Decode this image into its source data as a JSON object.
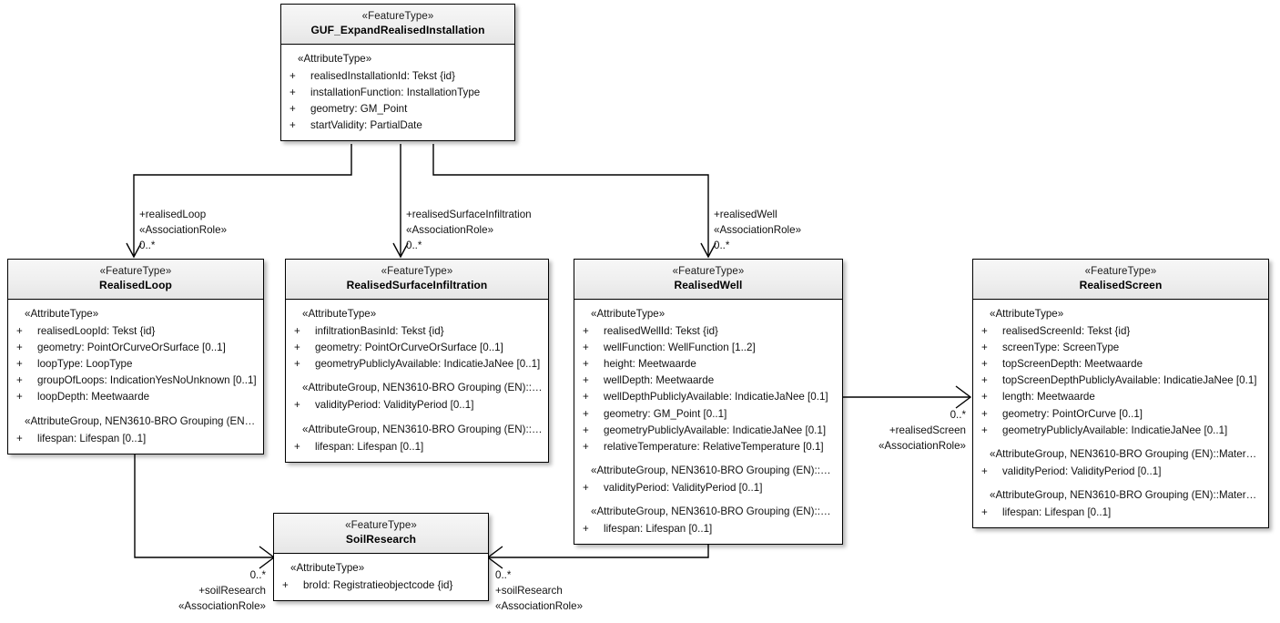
{
  "diagram": {
    "title": "GUF_ExpandRealisedInstallation UML class diagram",
    "stereotype_feature": "«FeatureType»",
    "stereotype_attribute": "«AttributeType»"
  },
  "classes": {
    "guf": {
      "stereotype": "«FeatureType»",
      "name": "GUF_ExpandRealisedInstallation",
      "compartments": [
        {
          "kind": "group",
          "label": "«AttributeType»"
        },
        {
          "kind": "attr",
          "vis": "+",
          "label": "realisedInstallationId: Tekst {id}"
        },
        {
          "kind": "attr",
          "vis": "+",
          "label": "installationFunction: InstallationType"
        },
        {
          "kind": "attr",
          "vis": "+",
          "label": "geometry: GM_Point"
        },
        {
          "kind": "attr",
          "vis": "+",
          "label": "startValidity: PartialDate"
        }
      ]
    },
    "realisedLoop": {
      "stereotype": "«FeatureType»",
      "name": "RealisedLoop",
      "compartments": [
        {
          "kind": "group",
          "label": "«AttributeType»"
        },
        {
          "kind": "attr",
          "vis": "+",
          "label": "realisedLoopId: Tekst {id}"
        },
        {
          "kind": "attr",
          "vis": "+",
          "label": "geometry: PointOrCurveOrSurface [0..1]"
        },
        {
          "kind": "attr",
          "vis": "+",
          "label": "loopType: LoopType"
        },
        {
          "kind": "attr",
          "vis": "+",
          "label": "groupOfLoops: IndicationYesNoUnknown [0..1]"
        },
        {
          "kind": "attr",
          "vis": "+",
          "label": "loopDepth: Meetwaarde"
        },
        {
          "kind": "group",
          "label": "«AttributeGroup, NEN3610-BRO Grouping (EN…"
        },
        {
          "kind": "attr",
          "vis": "+",
          "label": "lifespan: Lifespan [0..1]"
        }
      ]
    },
    "realisedSurfaceInfiltration": {
      "stereotype": "«FeatureType»",
      "name": "RealisedSurfaceInfiltration",
      "compartments": [
        {
          "kind": "group",
          "label": "«AttributeType»"
        },
        {
          "kind": "attr",
          "vis": "+",
          "label": "infiltrationBasinId: Tekst {id}"
        },
        {
          "kind": "attr",
          "vis": "+",
          "label": "geometry: PointOrCurveOrSurface [0..1]"
        },
        {
          "kind": "attr",
          "vis": "+",
          "label": "geometryPubliclyAvailable: IndicatieJaNee [0..1]"
        },
        {
          "kind": "group",
          "label": "«AttributeGroup, NEN3610-BRO Grouping (EN)::…"
        },
        {
          "kind": "attr",
          "vis": "+",
          "label": "validityPeriod: ValidityPeriod [0..1]"
        },
        {
          "kind": "group",
          "label": "«AttributeGroup, NEN3610-BRO Grouping (EN)::…"
        },
        {
          "kind": "attr",
          "vis": "+",
          "label": "lifespan: Lifespan [0..1]"
        }
      ]
    },
    "realisedWell": {
      "stereotype": "«FeatureType»",
      "name": "RealisedWell",
      "compartments": [
        {
          "kind": "group",
          "label": "«AttributeType»"
        },
        {
          "kind": "attr",
          "vis": "+",
          "label": "realisedWellId: Tekst {id}"
        },
        {
          "kind": "attr",
          "vis": "+",
          "label": "wellFunction: WellFunction [1..2]"
        },
        {
          "kind": "attr",
          "vis": "+",
          "label": "height: Meetwaarde"
        },
        {
          "kind": "attr",
          "vis": "+",
          "label": "wellDepth: Meetwaarde"
        },
        {
          "kind": "attr",
          "vis": "+",
          "label": "wellDepthPubliclyAvailable: IndicatieJaNee [0.1]"
        },
        {
          "kind": "attr",
          "vis": "+",
          "label": "geometry: GM_Point [0..1]"
        },
        {
          "kind": "attr",
          "vis": "+",
          "label": "geometryPubliclyAvailable: IndicatieJaNee [0.1]"
        },
        {
          "kind": "attr",
          "vis": "+",
          "label": "relativeTemperature: RelativeTemperature [0.1]"
        },
        {
          "kind": "group",
          "label": "«AttributeGroup, NEN3610-BRO Grouping (EN)::…"
        },
        {
          "kind": "attr",
          "vis": "+",
          "label": "validityPeriod: ValidityPeriod [0..1]"
        },
        {
          "kind": "group",
          "label": "«AttributeGroup, NEN3610-BRO Grouping (EN)::…"
        },
        {
          "kind": "attr",
          "vis": "+",
          "label": "lifespan: Lifespan [0..1]"
        }
      ]
    },
    "realisedScreen": {
      "stereotype": "«FeatureType»",
      "name": "RealisedScreen",
      "compartments": [
        {
          "kind": "group",
          "label": "«AttributeType»"
        },
        {
          "kind": "attr",
          "vis": "+",
          "label": "realisedScreenId: Tekst {id}"
        },
        {
          "kind": "attr",
          "vis": "+",
          "label": "screenType: ScreenType"
        },
        {
          "kind": "attr",
          "vis": "+",
          "label": "topScreenDepth: Meetwaarde"
        },
        {
          "kind": "attr",
          "vis": "+",
          "label": "topScreenDepthPubliclyAvailable: IndicatieJaNee [0.1]"
        },
        {
          "kind": "attr",
          "vis": "+",
          "label": "length: Meetwaarde"
        },
        {
          "kind": "attr",
          "vis": "+",
          "label": "geometry: PointOrCurve [0..1]"
        },
        {
          "kind": "attr",
          "vis": "+",
          "label": "geometryPubliclyAvailable: IndicatieJaNee [0..1]"
        },
        {
          "kind": "group",
          "label": "«AttributeGroup, NEN3610-BRO Grouping (EN)::Mater…"
        },
        {
          "kind": "attr",
          "vis": "+",
          "label": "validityPeriod: ValidityPeriod [0..1]"
        },
        {
          "kind": "group",
          "label": "«AttributeGroup, NEN3610-BRO Grouping (EN)::Mater…"
        },
        {
          "kind": "attr",
          "vis": "+",
          "label": "lifespan: Lifespan [0..1]"
        }
      ]
    },
    "soilResearch": {
      "stereotype": "«FeatureType»",
      "name": "SoilResearch",
      "compartments": [
        {
          "kind": "group",
          "label": "«AttributeType»"
        },
        {
          "kind": "attr",
          "vis": "+",
          "label": "broId: Registratieobjectcode {id}"
        }
      ]
    }
  },
  "associations": {
    "realisedLoop": {
      "role": "+realisedLoop",
      "stereotype": "«AssociationRole»",
      "multiplicity": "0..*"
    },
    "realisedSurfaceInfiltration": {
      "role": "+realisedSurfaceInfiltration",
      "stereotype": "«AssociationRole»",
      "multiplicity": "0..*"
    },
    "realisedWell": {
      "role": "+realisedWell",
      "stereotype": "«AssociationRole»",
      "multiplicity": "0..*"
    },
    "realisedScreen": {
      "role": "+realisedScreen",
      "stereotype": "«AssociationRole»",
      "multiplicity": "0..*"
    },
    "soilResearchLeft": {
      "role": "+soilResearch",
      "stereotype": "«AssociationRole»",
      "multiplicity": "0..*"
    },
    "soilResearchRight": {
      "role": "+soilResearch",
      "stereotype": "«AssociationRole»",
      "multiplicity": "0..*"
    }
  },
  "colors": {
    "background": "#ffffff",
    "line": "#000000",
    "header_top": "#f7f7f7",
    "header_bottom": "#e6e6e6",
    "text": "#111111"
  }
}
